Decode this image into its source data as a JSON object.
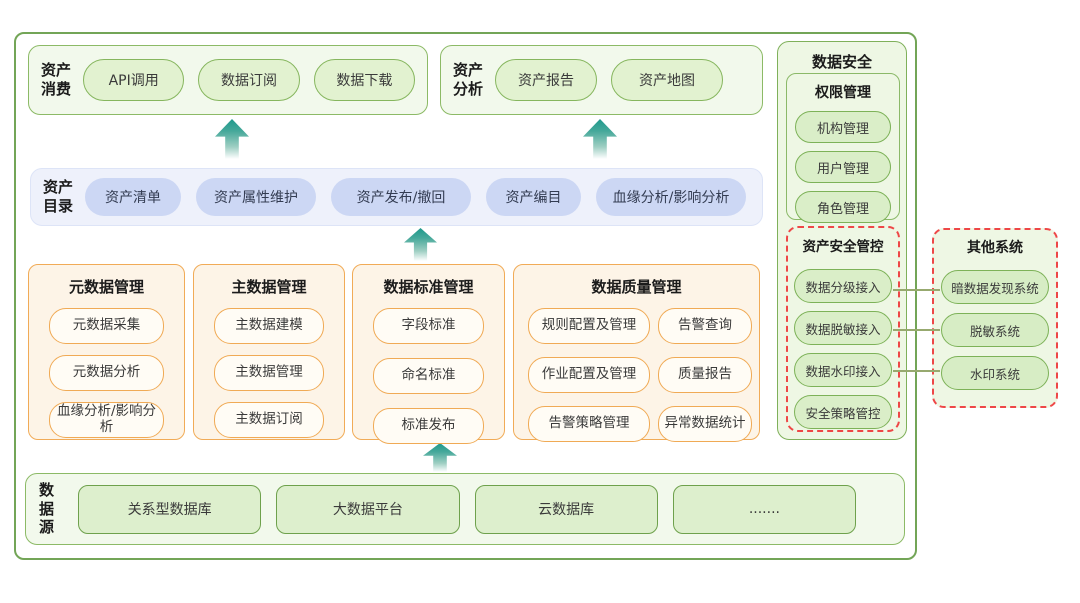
{
  "sections": {
    "asset_consumption": {
      "label": "资产\n消费",
      "pills": [
        "API调用",
        "数据订阅",
        "数据下载"
      ]
    },
    "asset_analysis": {
      "label": "资产\n分析",
      "pills": [
        "资产报告",
        "资产地图"
      ]
    },
    "data_security": {
      "title": "数据安全",
      "permission_mgmt": {
        "title": "权限管理",
        "pills": [
          "机构管理",
          "用户管理",
          "角色管理"
        ]
      }
    },
    "asset_security_control": {
      "title": "资产安全管控",
      "pills": [
        "数据分级接入",
        "数据脱敏接入",
        "数据水印接入",
        "安全策略管控"
      ]
    },
    "other_systems": {
      "title": "其他系统",
      "pills": [
        "暗数据发现系统",
        "脱敏系统",
        "水印系统"
      ]
    },
    "asset_catalog": {
      "label": "资产\n目录",
      "pills": [
        "资产清单",
        "资产属性维护",
        "资产发布/撤回",
        "资产编目",
        "血缘分析/影响分析"
      ]
    },
    "metadata_mgmt": {
      "title": "元数据管理",
      "pills": [
        "元数据采集",
        "元数据分析",
        "血缘分析/影响分析"
      ]
    },
    "master_data_mgmt": {
      "title": "主数据管理",
      "pills": [
        "主数据建模",
        "主数据管理",
        "主数据订阅"
      ]
    },
    "data_standard_mgmt": {
      "title": "数据标准管理",
      "pills": [
        "字段标准",
        "命名标准",
        "标准发布"
      ]
    },
    "data_quality_mgmt": {
      "title": "数据质量管理",
      "pills": [
        "规则配置及管理",
        "告警查询",
        "作业配置及管理",
        "质量报告",
        "告警策略管理",
        "异常数据统计"
      ]
    },
    "data_source": {
      "label": "数\n据\n源",
      "pills": [
        "关系型数据库",
        "大数据平台",
        "云数据库",
        "......."
      ]
    }
  },
  "colors": {
    "outer_border_green": "#73a557",
    "green_box_fill": "#f2f9ec",
    "green_pill_fill": "#e2f2d0",
    "green_pill_border": "#86b65e",
    "blue_box_fill": "#eef1fb",
    "blue_pill_fill": "#ccd7f4",
    "orange_box_fill": "#fdf4e7",
    "orange_border": "#f1ab57",
    "red_dashed_border": "#ee4747",
    "arrow_teal": "#1f998c",
    "connector_olive": "#97a96f"
  }
}
